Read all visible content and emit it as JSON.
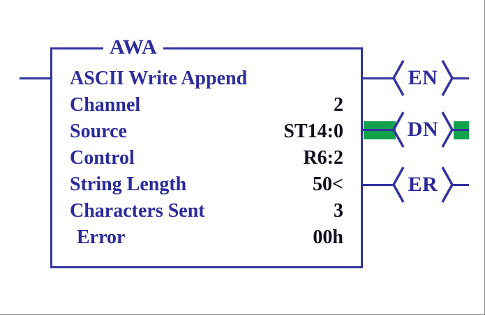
{
  "diagram": {
    "type": "ladder-logic-rung",
    "instruction_mnemonic": "AWA",
    "instruction_name": "ASCII Write Append",
    "parameters": [
      {
        "label": "Channel",
        "value": "2"
      },
      {
        "label": "Source",
        "value": "ST14:0"
      },
      {
        "label": "Control",
        "value": "R6:2"
      },
      {
        "label": "String Length",
        "value": "50<"
      },
      {
        "label": "Characters Sent",
        "value": "3"
      },
      {
        "label": "Error",
        "value": "00h"
      }
    ],
    "outputs": [
      {
        "label": "EN",
        "name": "enable-coil",
        "highlighted": false
      },
      {
        "label": "DN",
        "name": "done-coil",
        "highlighted": true
      },
      {
        "label": "ER",
        "name": "error-coil",
        "highlighted": false
      }
    ],
    "colors": {
      "line_blue": "#3333a0",
      "text_blue": "#2b2b9c",
      "value_black": "#101020",
      "highlight_green": "#12a24e",
      "background": "#ffffff"
    }
  }
}
